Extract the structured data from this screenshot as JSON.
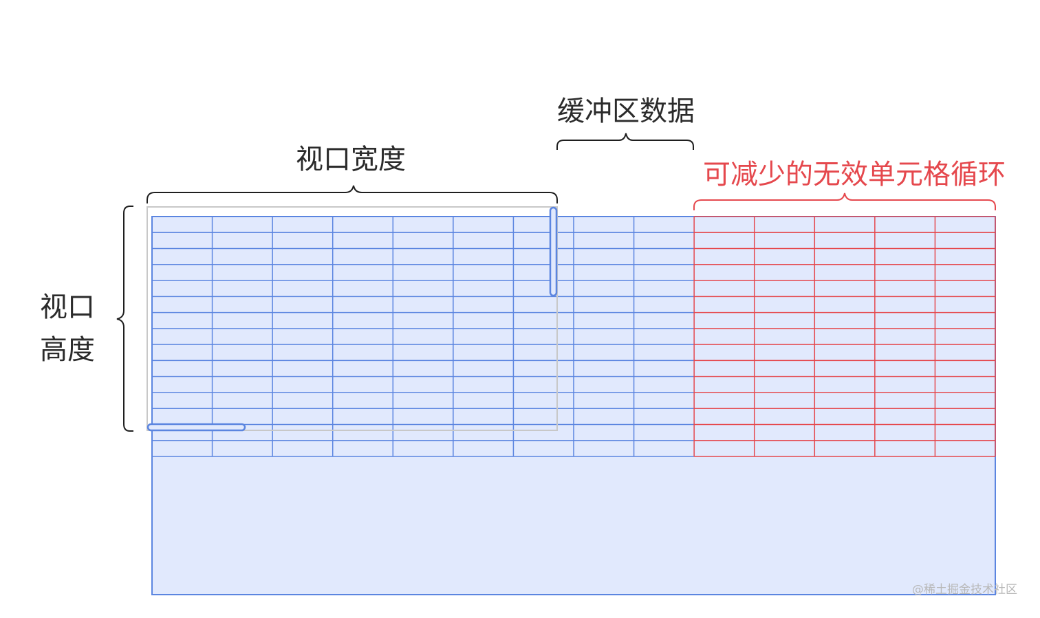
{
  "labels": {
    "buffer_data": "缓冲区数据",
    "viewport_width": "视口宽度",
    "reducible_cells": "可减少的无效单元格循环",
    "viewport_height_line1": "视口",
    "viewport_height_line2": "高度",
    "watermark": "@稀土掘金技术社区"
  },
  "grid": {
    "columns_total": 14,
    "columns_blue": 9,
    "columns_red": 5,
    "rows": 15
  },
  "colors": {
    "blue_line": "#5b85e0",
    "blue_fill": "#e1e9fd",
    "red_line": "#e5484d",
    "viewport_border": "#c8c8c8",
    "scrollbar": "#5b85e0",
    "bracket_dark": "#1f1f1f",
    "bracket_red": "#e5484d",
    "text_dark": "#2b2b2b",
    "text_red": "#e5484d",
    "watermark": "#b8b8b8"
  }
}
